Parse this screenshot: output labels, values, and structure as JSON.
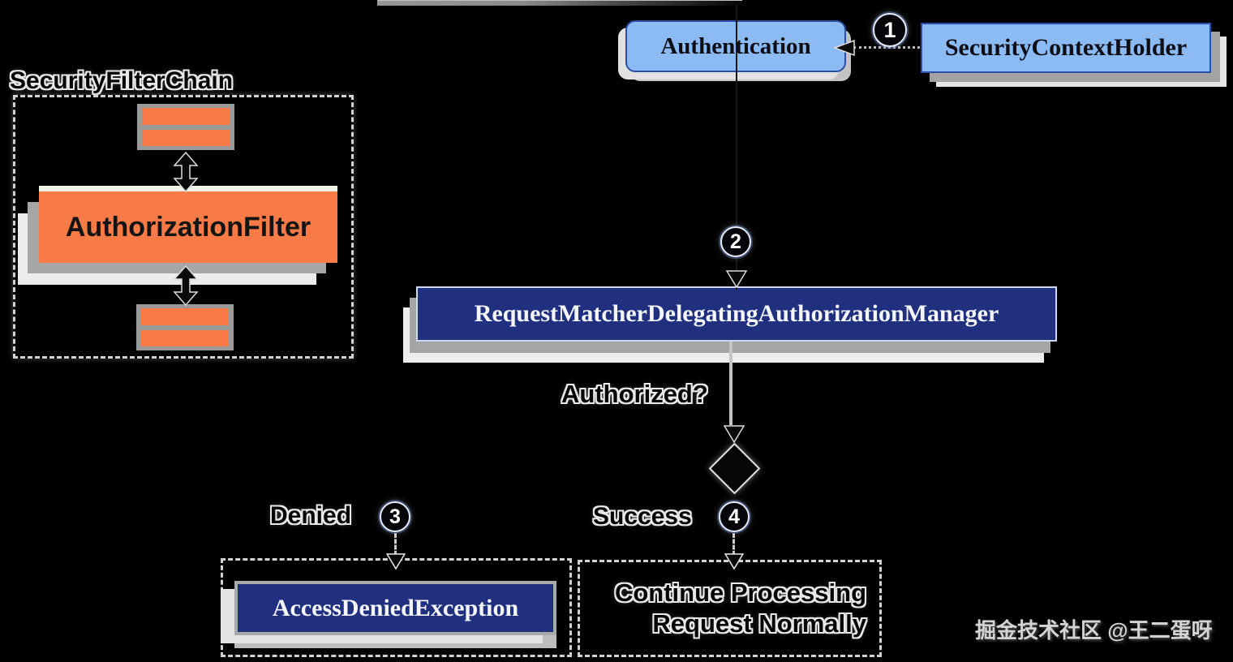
{
  "diagram": {
    "title": "SecurityFilterChain",
    "nodes": {
      "authentication": "Authentication",
      "security_context_holder": "SecurityContextHolder",
      "authorization_filter": "AuthorizationFilter",
      "request_matcher_manager": "RequestMatcherDelegatingAuthorizationManager",
      "access_denied_exception": "AccessDeniedException",
      "continue_processing": {
        "line1": "Continue Processing",
        "line2": "Request Normally"
      }
    },
    "labels": {
      "authorized": "Authorized?",
      "denied": "Denied",
      "success": "Success"
    },
    "steps": {
      "s1": "1",
      "s2": "2",
      "s3": "3",
      "s4": "4"
    },
    "watermark": "掘金技术社区 @王二蛋呀",
    "colors": {
      "background": "#000000",
      "light_blue_fill": "#8cbaf2",
      "light_blue_border": "#2b4fa8",
      "navy_fill": "#20307f",
      "navy_border": "#cdd9f0",
      "orange_fill": "#f87a46",
      "stripe_gray": "#9a9a9a"
    }
  }
}
